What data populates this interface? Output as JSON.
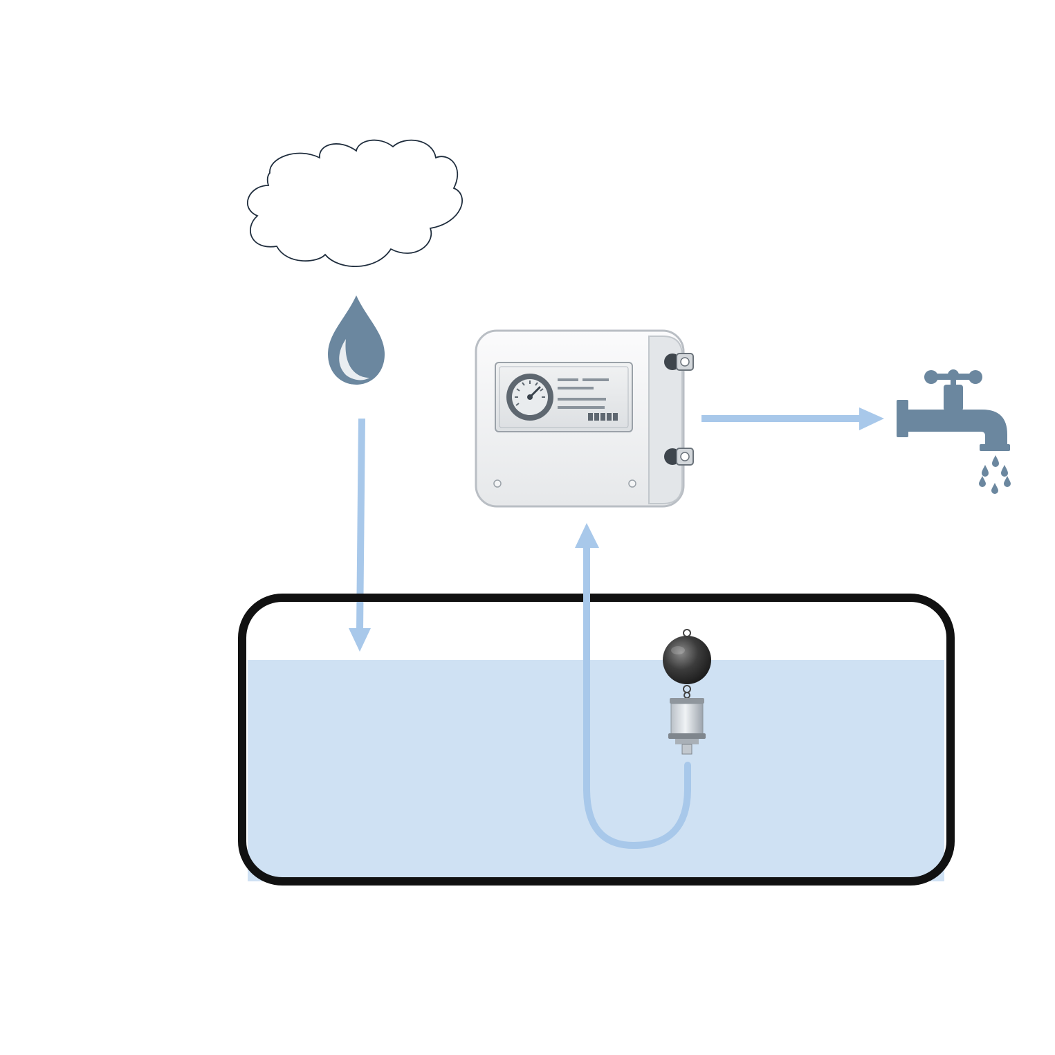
{
  "diagram": {
    "components": [
      {
        "id": "rain-cloud",
        "icon": "cloud-icon"
      },
      {
        "id": "raindrop",
        "icon": "water-drop-icon"
      },
      {
        "id": "pump-controller",
        "icon": "pump-controller-icon"
      },
      {
        "id": "faucet",
        "icon": "faucet-icon"
      },
      {
        "id": "storage-tank",
        "icon": "tank-icon"
      },
      {
        "id": "float-filter",
        "icon": "floating-filter-icon"
      }
    ],
    "flows": [
      {
        "from": "raindrop",
        "to": "storage-tank"
      },
      {
        "from": "float-filter",
        "to": "pump-controller"
      },
      {
        "from": "pump-controller",
        "to": "faucet"
      }
    ],
    "colors": {
      "arrow": "#a8c8ea",
      "water": "#cfe1f3",
      "tank_outline": "#111111",
      "cloud_stroke": "#1f2d3d",
      "icon_blue_grey": "#6b879f",
      "controller_body": "#f4f5f6",
      "controller_stroke": "#b9bec4",
      "float_ball": "#3a3a3a"
    }
  }
}
